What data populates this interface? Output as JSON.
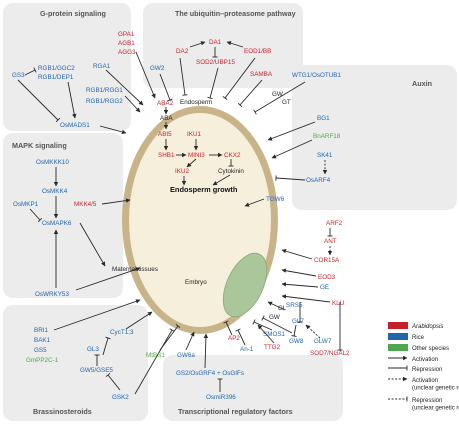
{
  "panels": {
    "g_protein": "G-protein signaling",
    "ubiquitin": "The ubiquitin–proteasome pathway",
    "auxin": "Auxin",
    "mapk": "MAPK signaling",
    "brassino": "Brassinosteroids",
    "tf": "Transcriptional regulatory factors"
  },
  "seed": {
    "endosperm": "Endosperm",
    "embryo": "Embryo",
    "maternal": "Maternal tissues",
    "growth": "Endosperm growth",
    "aba2": "ABA2",
    "aba": "ABA",
    "abi5": "ABI5",
    "iku1": "IKU1",
    "shb1": "SHB1",
    "mini3": "MINI3",
    "ckx2": "CKX2",
    "iku2": "IKU2",
    "cytokinin": "Cytokinin"
  },
  "genes": {
    "gpa1": "GPA1",
    "agb1": "AGB1",
    "agg3": "AGG3",
    "gs3": "GS3",
    "rgb1_ggc2": "RGB1/GGC2",
    "rgb1_dep1": "RGB1/DEP1",
    "rga1": "RGA1",
    "rgb1_rgg1": "RGB1/RGG1",
    "rgb1_rgg2": "RGB1/RGG2",
    "osmads1": "OsMADS1",
    "da1": "DA1",
    "da2": "DA2",
    "eod1": "EOD1/BB",
    "sod2": "SOD2/UBP15",
    "gw2": "GW2",
    "samba": "SAMBA",
    "wtg1": "WTG1/OsOTUB1",
    "gw": "GW",
    "gt": "GT",
    "bg1": "BG1",
    "bnarf18": "BnARF18",
    "sk41": "SK41",
    "osarf4": "OsARF4",
    "tgw6": "TGW6",
    "arf2": "ARF2",
    "ant": "ANT",
    "cor15a": "COR15A",
    "eod3": "EOD3",
    "ge": "GE",
    "klu": "KLU",
    "osmkkk10": "OsMKKK10",
    "osmkk4": "OsMKK4",
    "osmkp1": "OsMKP1",
    "mkk45": "MKK4/5",
    "osmapk6": "OsMAPK6",
    "oswrky53": "OsWRKY53",
    "bri1": "BRI1",
    "bak1": "BAK1",
    "gs5a": "GS5",
    "gmpp2c": "GmPP2C-1",
    "cyct13": "CycT1;3",
    "gl3": "GL3",
    "gw5": "GW5/GSE5",
    "gsk2": "GSK2",
    "mtbs1": "MtBS1",
    "gw6a": "GW6a",
    "gs2": "GS2/OsGRF4 + OsGIFs",
    "osmir396": "OsmiR396",
    "an1": "An-1",
    "ap2": "AP2",
    "smos1": "SMOS1",
    "ttg2": "TTG2",
    "gw8": "GW8",
    "gl7": "GL7",
    "glw7": "GLW7",
    "srs5": "SRS5",
    "sod7": "SOD7/NGAL2",
    "gl": "GL",
    "gw_b": "GW"
  },
  "legend": {
    "arabidopsis": "Arabidopsis",
    "rice": "Rice",
    "other": "Other species",
    "activation": "Activation",
    "repression": "Repression",
    "act_unclear": "Activation (unclear genetic relationship)",
    "rep_unclear": "Repression (unclear genetic relationship)"
  },
  "colors": {
    "arabidopsis": "#c8202b",
    "rice": "#2166ad",
    "other": "#4ea64e",
    "panel": "#ececec",
    "seed_coat": "#c9b48a",
    "endosperm": "#f6efdc",
    "embryo": "#a9c79a"
  }
}
